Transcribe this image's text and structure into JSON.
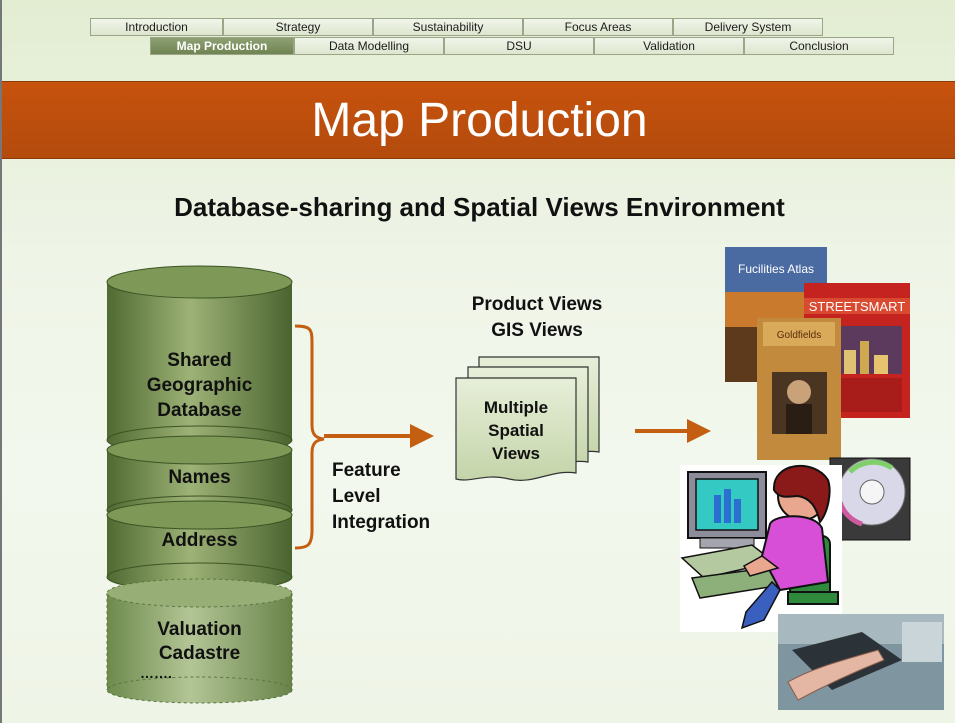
{
  "nav": {
    "row1": [
      "Introduction",
      "Strategy",
      "Sustainability",
      "Focus Areas",
      "Delivery System"
    ],
    "row2": [
      "Map Production",
      "Data Modelling",
      "DSU",
      "Validation",
      "Conclusion"
    ]
  },
  "slide": {
    "title": "Map Production",
    "subtitle": "Database-sharing and Spatial Views Environment"
  },
  "database": {
    "layers": [
      "Shared Geographic Database",
      "Names",
      "Address"
    ],
    "external": "Valuation Cadastre …….",
    "external_lines": [
      "Valuation",
      "Cadastre",
      "……."
    ]
  },
  "integration_label": "Feature Level Integration",
  "integration_lines": [
    "Feature",
    "Level",
    "Integration"
  ],
  "views": {
    "title_lines": [
      "Product Views",
      "GIS Views"
    ],
    "stack_lines": [
      "Multiple",
      "Spatial",
      "Views"
    ]
  },
  "products": {
    "book1": "Fucilities Atlas",
    "book2": "STREETSMART",
    "book3": "Goldfields"
  },
  "colors": {
    "accent": "#c7520d",
    "cylinder": "#6f8a4d",
    "arrow": "#c45f12"
  }
}
